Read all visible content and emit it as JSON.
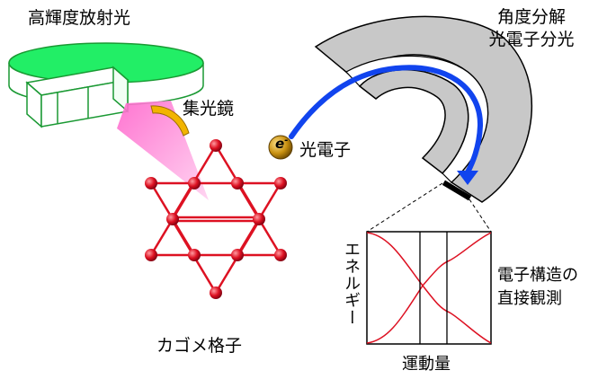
{
  "labels": {
    "synchrotron": "高輝度放射光",
    "focusing_mirror": "集光鏡",
    "arpes_line1": "角度分解",
    "arpes_line2": "光電子分光",
    "photoelectron": "光電子",
    "electron_symbol": "e",
    "electron_sup": "-",
    "kagome": "カゴメ格子",
    "electronic_line1": "電子構造の",
    "electronic_line2": "直接観測",
    "axis_y": "エネルギー",
    "axis_x": "運動量"
  },
  "colors": {
    "ring_fill": "#22ee66",
    "ring_stroke": "#1a9933",
    "beam": "#ff88dd",
    "mirror": "#e8a000",
    "analyzer": "#c8c8c8",
    "trajectory": "#1144ee",
    "lattice": "#dd1122",
    "bands": "#dd1122",
    "electron": "#c89010"
  },
  "icons": [
    "synchrotron-ring",
    "mirror",
    "kagome-lattice",
    "electron-ball",
    "hemispherical-analyzer",
    "detector",
    "band-plot"
  ]
}
